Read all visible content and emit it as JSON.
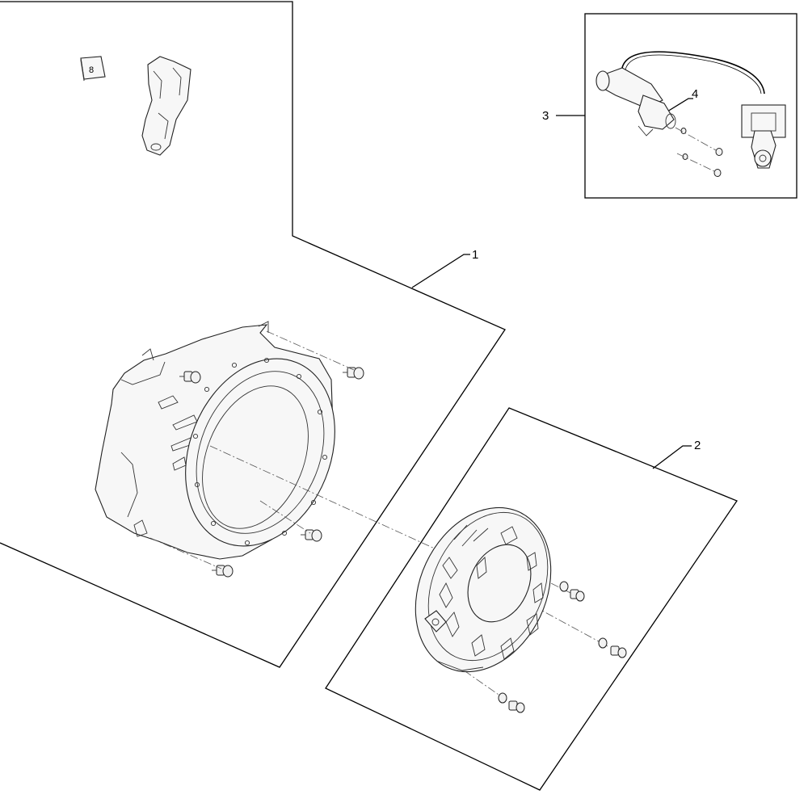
{
  "callouts": [
    {
      "id": "1",
      "text": "1"
    },
    {
      "id": "2",
      "text": "2"
    },
    {
      "id": "3",
      "text": "3"
    },
    {
      "id": "4",
      "text": "4"
    }
  ],
  "decal_text": "8"
}
